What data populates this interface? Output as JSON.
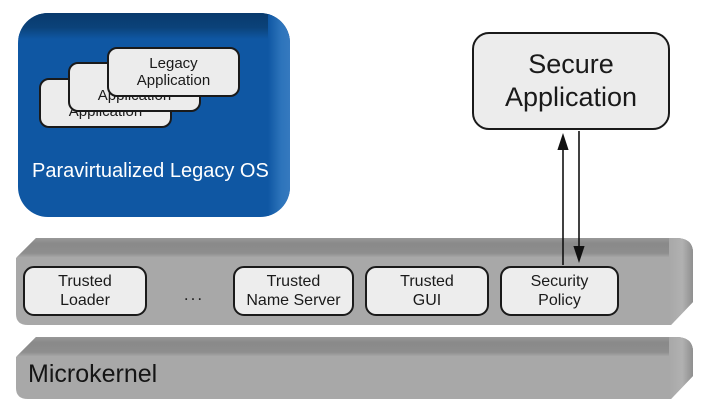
{
  "legacy_os": {
    "label": "Paravirtualized Legacy OS",
    "cards": [
      {
        "label": "Legacy\nApplication"
      },
      {
        "label": "Legacy\nApplication"
      },
      {
        "label": "Legacy\nApplication"
      }
    ]
  },
  "secure_application": {
    "label": "Secure\nApplication"
  },
  "services_bar": {
    "ellipsis": "...",
    "items": [
      {
        "label": "Trusted\nLoader"
      },
      {
        "label": "Trusted\nName Server"
      },
      {
        "label": "Trusted\nGUI"
      },
      {
        "label": "Security\nPolicy"
      }
    ]
  },
  "microkernel": {
    "label": "Microkernel"
  },
  "colors": {
    "legacy_os_blue": "#0F57A3",
    "legacy_os_blue_dark": "#093A6D",
    "legacy_os_blue_light": "#3579BF",
    "bar_gray": "#A8A8A8",
    "bar_gray_dark": "#8B8B8B",
    "box_fill": "#ECECEC",
    "box_border": "#1A1A1A",
    "arrow": "#111111"
  }
}
